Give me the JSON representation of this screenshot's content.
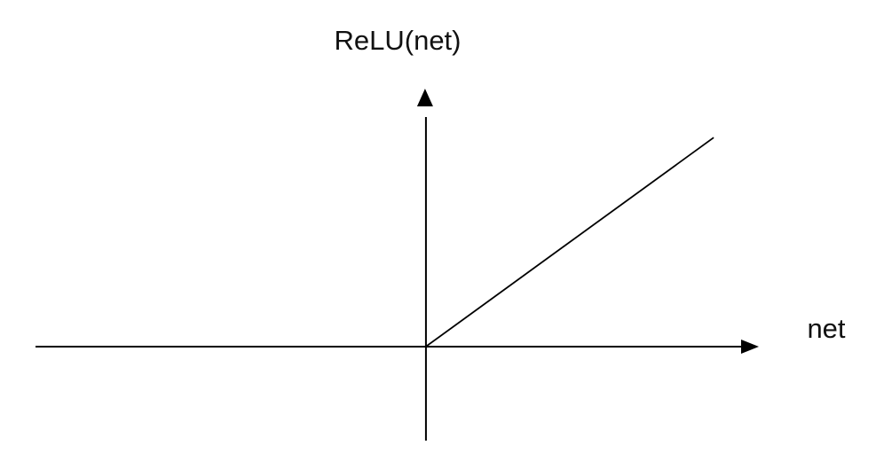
{
  "chart_data": {
    "type": "line",
    "title": "",
    "xlabel": "net",
    "ylabel": "ReLU(net)",
    "grid": false,
    "legend": "none",
    "xlim": [
      -4.75,
      4.05
    ],
    "ylim": [
      -0.9,
      2.35
    ],
    "series": [
      {
        "x": [
          -4.75,
          0,
          3.5
        ],
        "y": [
          0,
          0,
          2.0
        ]
      }
    ],
    "colors": {
      "axes": "#000000",
      "line": "#000000",
      "text": "#111111"
    }
  }
}
